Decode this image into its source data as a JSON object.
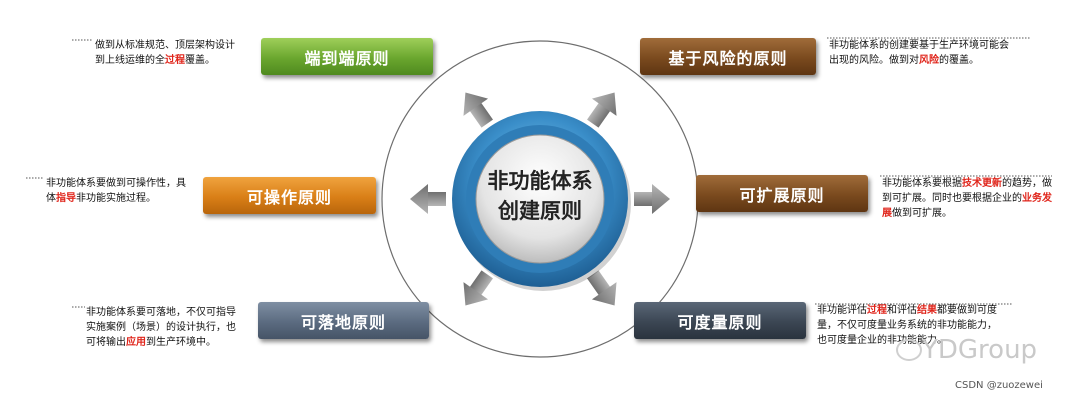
{
  "center": {
    "line1": "非功能体系",
    "line2": "创建原则"
  },
  "principles": [
    {
      "title": "端到端原则",
      "desc": [
        {
          "t": "做到从标准规范、顶层架构设计到上线运维的全"
        },
        {
          "t": "过程",
          "hl": true
        },
        {
          "t": "覆盖。"
        }
      ]
    },
    {
      "title": "基于风险的原则",
      "desc": [
        {
          "t": "非功能体系的创建要基于生产环境可能会出现的风险。做到对"
        },
        {
          "t": "风险",
          "hl": true
        },
        {
          "t": "的覆盖。"
        }
      ]
    },
    {
      "title": "可操作原则",
      "desc": [
        {
          "t": "非功能体系要做到可操作性，具体"
        },
        {
          "t": "指导",
          "hl": true
        },
        {
          "t": "非功能实施过程。"
        }
      ]
    },
    {
      "title": "可扩展原则",
      "desc": [
        {
          "t": "非功能体系要根据"
        },
        {
          "t": "技术更新",
          "hl": true
        },
        {
          "t": "的趋势，做到可扩展。同时也要根据企业的"
        },
        {
          "t": "业务发展",
          "hl": true
        },
        {
          "t": "做到可扩展。"
        }
      ]
    },
    {
      "title": "可落地原则",
      "desc": [
        {
          "t": "非功能体系要可落地，不仅可指导实施案例（场景）的设计执行，也可将输出"
        },
        {
          "t": "应用",
          "hl": true
        },
        {
          "t": "到生产环境中。"
        }
      ]
    },
    {
      "title": "可度量原则",
      "desc": [
        {
          "t": "非功能评估"
        },
        {
          "t": "过程",
          "hl": true
        },
        {
          "t": "和评估"
        },
        {
          "t": "结果",
          "hl": true
        },
        {
          "t": "都要做到可度量，不仅可度量业务系统的非功能能力，也可度量企业的非功能能力。"
        }
      ]
    }
  ],
  "watermark": "YDGroup",
  "credit": "CSDN @zuozewei",
  "colors": {
    "hub_outer": "#3a87c4",
    "hub_inner": "#d9d9d9",
    "arrow": "#8a8a8a",
    "highlight": "#e0261c"
  }
}
